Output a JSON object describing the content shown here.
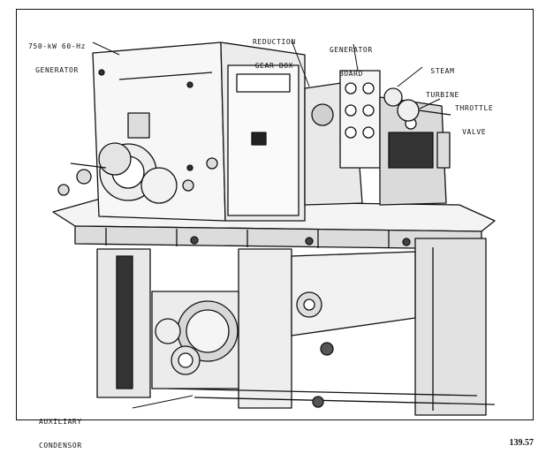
{
  "figure": {
    "labels": {
      "generator_line1": "750-kW 60-Hz",
      "generator_line2": "GENERATOR",
      "reduction_line1": "REDUCTION",
      "reduction_line2": "GEAR BOX",
      "genboard_line1": "GENERATOR",
      "genboard_line2": "BOARD",
      "steam_line1": "STEAM",
      "steam_line2": "TURBINE",
      "throttle_line1": "THROTTLE",
      "throttle_line2": "VALVE",
      "aux_line1": "AUXILIARY",
      "aux_line2": "CONDENSOR"
    },
    "figure_number": "139.57"
  }
}
